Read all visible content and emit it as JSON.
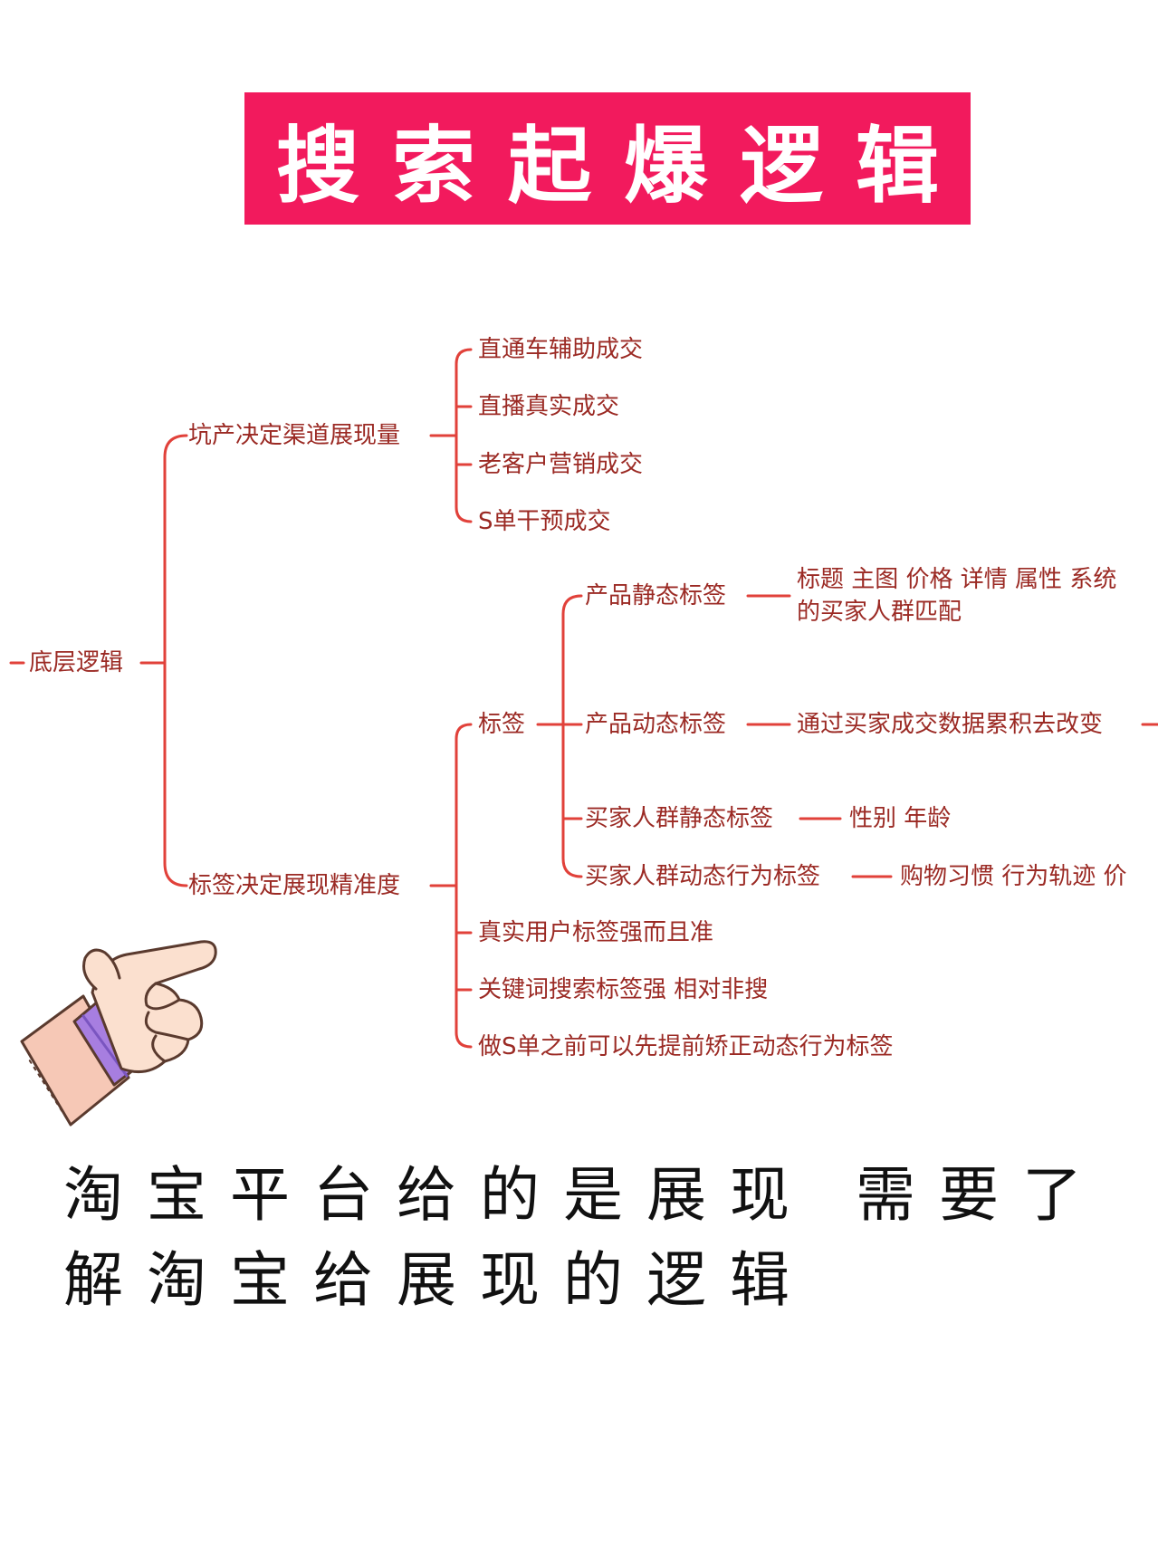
{
  "title": "搜索起爆逻辑",
  "mindmap": {
    "root": "底层逻辑",
    "branch1": {
      "label": "坑产决定渠道展现量",
      "children": [
        "直通车辅助成交",
        "直播真实成交",
        "老客户营销成交",
        "S单干预成交"
      ]
    },
    "branch2": {
      "label": "标签决定展现精准度",
      "tags": {
        "label": "标签",
        "children": [
          {
            "label": "产品静态标签",
            "detail_line1": "标题  主图  价格  详情  属性  系统",
            "detail_line2": "的买家人群匹配"
          },
          {
            "label": "产品动态标签",
            "detail": "通过买家成交数据累积去改变"
          },
          {
            "label": "买家人群静态标签",
            "detail": "性别    年龄"
          },
          {
            "label": "买家人群动态行为标签",
            "detail": "购物习惯  行为轨迹  价"
          }
        ]
      },
      "others": [
        "真实用户标签强而且准",
        "关键词搜索标签强 相对非搜",
        "做S单之前可以先提前矫正动态行为标签"
      ]
    }
  },
  "caption": {
    "line1": "淘宝平台给的是展现 需要了",
    "line2": "解淘宝给展现的逻辑"
  },
  "colors": {
    "banner": "#f21a5d",
    "line": "#e1413a",
    "node_text": "#9b2a24"
  }
}
